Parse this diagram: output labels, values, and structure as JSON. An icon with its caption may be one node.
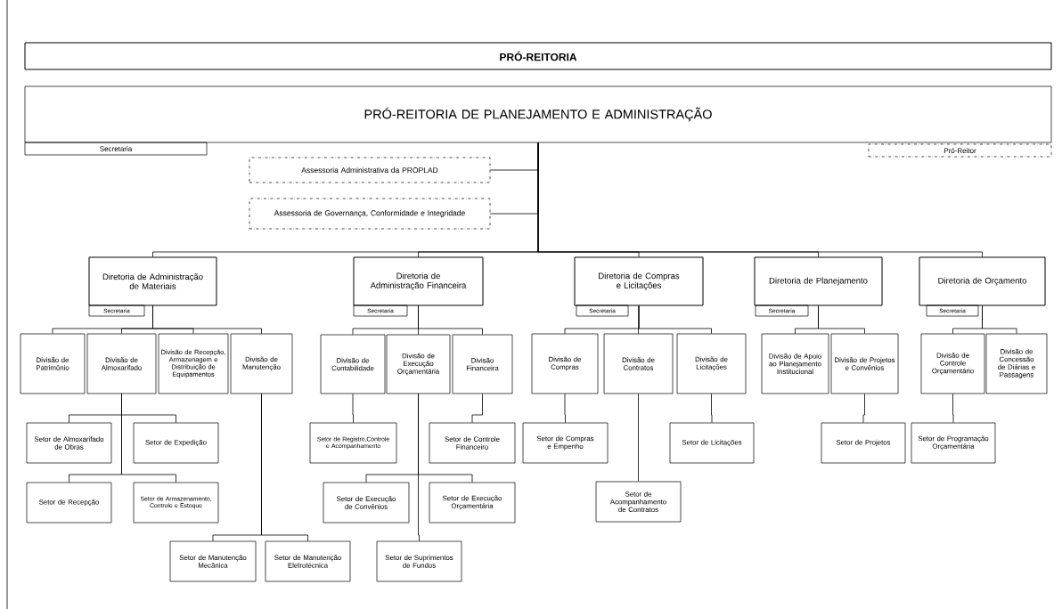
{
  "diagram": {
    "nodes": [
      {
        "text": [
          "PRÓ-REITORIA"
        ]
      },
      {
        "text": [
          "PRÓ-REITORIA DE PLANEJAMENTO E ADMINISTRAÇÃO"
        ]
      },
      {
        "text": [
          "Secretaria"
        ]
      },
      {
        "text": [
          "Pró-Reitor"
        ]
      },
      {
        "text": [
          "Assessoria Administrativa da PROPLAD"
        ]
      },
      {
        "text": [
          "Assessoria de Governança, Conformidade e Integridade"
        ]
      },
      {
        "text": [
          "Diretoria de Administração de Materiais"
        ]
      },
      {
        "text": [
          "Secretaria"
        ]
      },
      {
        "text": [
          "Diretoria de Administração Financeira"
        ]
      },
      {
        "text": [
          "Secretaria"
        ]
      },
      {
        "text": [
          "Diretoria de Compras e Licitações"
        ]
      },
      {
        "text": [
          "Secretaria"
        ]
      },
      {
        "text": [
          "Diretoria de Planejamento"
        ]
      },
      {
        "text": [
          "Secretaria"
        ]
      },
      {
        "text": [
          "Diretoria de Orçamento"
        ]
      },
      {
        "text": [
          "Secretaria"
        ]
      },
      {
        "text": [
          "Divisão de Patrimônio"
        ]
      },
      {
        "text": [
          "Divisão de Almoxarifado"
        ]
      },
      {
        "text": [
          "Divisão de Recepção, Armazenagem e Distribuição de Equipamentos"
        ]
      },
      {
        "text": [
          "Divisão de Manutenção"
        ]
      },
      {
        "text": [
          "Divisão de Contabilidade"
        ]
      },
      {
        "text": [
          "Divisão de Execução Orçamentária"
        ]
      },
      {
        "text": [
          "Divisão Financeira"
        ]
      },
      {
        "text": [
          "Divisão de Compras"
        ]
      },
      {
        "text": [
          "Divisão de Contratos"
        ]
      },
      {
        "text": [
          "Divisão de Licitações"
        ]
      },
      {
        "text": [
          "Divisão de Apoio ao Planejamento Institucional"
        ]
      },
      {
        "text": [
          "Divisão de Projetos e Convênios"
        ]
      },
      {
        "text": [
          "Divisão de Controle Orçamentário"
        ]
      },
      {
        "text": [
          "Divisão de Concessão de Diárias e Passagens"
        ]
      },
      {
        "text": [
          "Setor de Almoxarifado de Obras"
        ]
      },
      {
        "text": [
          "Setor de Expedição"
        ]
      },
      {
        "text": [
          "Setor de Recepção"
        ]
      },
      {
        "text": [
          "Setor de Armazenamento, Controle e Estoque"
        ]
      },
      {
        "text": [
          "Setor de Manutenção Mecânica"
        ]
      },
      {
        "text": [
          "Setor de Manutenção Eletrotécnica"
        ]
      },
      {
        "text": [
          "Setor de Registro,Controle e Acompanhamento"
        ]
      },
      {
        "text": [
          "Setor de Execução de Convênios"
        ]
      },
      {
        "text": [
          "Setor de Execução Orçamentária"
        ]
      },
      {
        "text": [
          "Setor de Suprimentos de Fundos"
        ]
      },
      {
        "text": [
          "Setor de Controle Financeiro"
        ]
      },
      {
        "text": [
          "Setor de Compras e Empenho"
        ]
      },
      {
        "text": [
          "Setor de Acompanhamento de Contratos"
        ]
      },
      {
        "text": [
          "Setor de Licitações"
        ]
      },
      {
        "text": [
          "Setor de Projetos"
        ]
      },
      {
        "text": [
          "Setor de Programação Orçamentária"
        ]
      }
    ],
    "edges": [
      {
        "from": 1,
        "to": 4,
        "arrow": "none"
      },
      {
        "from": 1,
        "to": 5,
        "arrow": "none"
      },
      {
        "from": 1,
        "to": 6,
        "arrow": "none"
      },
      {
        "from": 1,
        "to": 8,
        "arrow": "none"
      },
      {
        "from": 1,
        "to": 10,
        "arrow": "none"
      },
      {
        "from": 1,
        "to": 12,
        "arrow": "none"
      },
      {
        "from": 1,
        "to": 14,
        "arrow": "none"
      },
      {
        "from": 6,
        "to": 16,
        "arrow": "none"
      },
      {
        "from": 6,
        "to": 17,
        "arrow": "none"
      },
      {
        "from": 6,
        "to": 18,
        "arrow": "none"
      },
      {
        "from": 6,
        "to": 19,
        "arrow": "none"
      },
      {
        "from": 8,
        "to": 20,
        "arrow": "none"
      },
      {
        "from": 8,
        "to": 21,
        "arrow": "none"
      },
      {
        "from": 8,
        "to": 22,
        "arrow": "none"
      },
      {
        "from": 10,
        "to": 23,
        "arrow": "none"
      },
      {
        "from": 10,
        "to": 24,
        "arrow": "none"
      },
      {
        "from": 10,
        "to": 25,
        "arrow": "none"
      },
      {
        "from": 12,
        "to": 26,
        "arrow": "none"
      },
      {
        "from": 12,
        "to": 27,
        "arrow": "none"
      },
      {
        "from": 14,
        "to": 28,
        "arrow": "none"
      },
      {
        "from": 14,
        "to": 29,
        "arrow": "none"
      },
      {
        "from": 17,
        "to": 30,
        "arrow": "none"
      },
      {
        "from": 17,
        "to": 31,
        "arrow": "none"
      },
      {
        "from": 17,
        "to": 32,
        "arrow": "none"
      },
      {
        "from": 17,
        "to": 33,
        "arrow": "none"
      },
      {
        "from": 19,
        "to": 34,
        "arrow": "none"
      },
      {
        "from": 19,
        "to": 35,
        "arrow": "none"
      },
      {
        "from": 20,
        "to": 36,
        "arrow": "none"
      },
      {
        "from": 21,
        "to": 37,
        "arrow": "none"
      },
      {
        "from": 21,
        "to": 38,
        "arrow": "none"
      },
      {
        "from": 21,
        "to": 39,
        "arrow": "none"
      },
      {
        "from": 22,
        "to": 40,
        "arrow": "none"
      },
      {
        "from": 23,
        "to": 41,
        "arrow": "none"
      },
      {
        "from": 24,
        "to": 42,
        "arrow": "none"
      },
      {
        "from": 25,
        "to": 43,
        "arrow": "none"
      },
      {
        "from": 27,
        "to": 44,
        "arrow": "none"
      },
      {
        "from": 28,
        "to": 45,
        "arrow": "none"
      }
    ]
  }
}
